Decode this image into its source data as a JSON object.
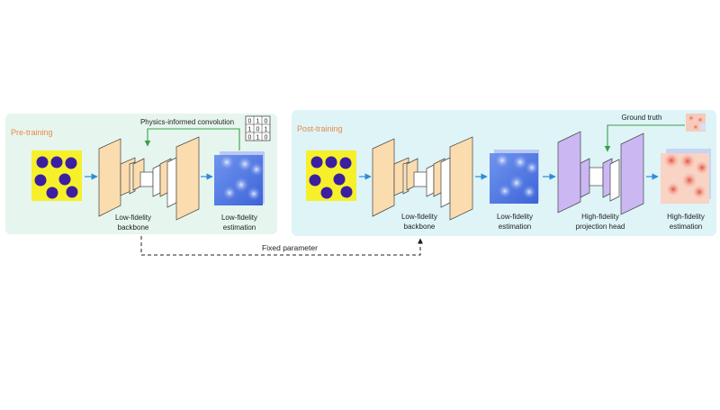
{
  "panels": {
    "pre": {
      "title": "Pre-training",
      "backbone_label_1": "Low-fidelity",
      "backbone_label_2": "backbone",
      "estimation_label_1": "Low-fidelity",
      "estimation_label_2": "estimation",
      "physics_label": "Physics-informed convolution",
      "kernel": [
        [
          "0",
          "1",
          "0"
        ],
        [
          "1",
          "0",
          "1"
        ],
        [
          "0",
          "1",
          "0"
        ]
      ]
    },
    "post": {
      "title": "Post-training",
      "backbone_label_1": "Low-fidelity",
      "backbone_label_2": "backbone",
      "estimation_label_1": "Low-fidelity",
      "estimation_label_2": "estimation",
      "head_label_1": "High-fidelity",
      "head_label_2": "projection head",
      "hf_label_1": "High-fidelity",
      "hf_label_2": "estimation",
      "ground_truth_label": "Ground truth"
    }
  },
  "fixed_parameter_label": "Fixed parameter",
  "colors": {
    "pre_panel_fill": "#e6f6ee",
    "post_panel_fill": "#def4f7",
    "panel_title": "#e8894a",
    "backbone_fill": "#fbdcae",
    "head_fill": "#cbb8f3",
    "input_yellow": "#f6f02a",
    "input_disk": "#3b1fa0",
    "arrow_blue": "#2e8bd8",
    "feedback_green": "#3aa04a"
  }
}
